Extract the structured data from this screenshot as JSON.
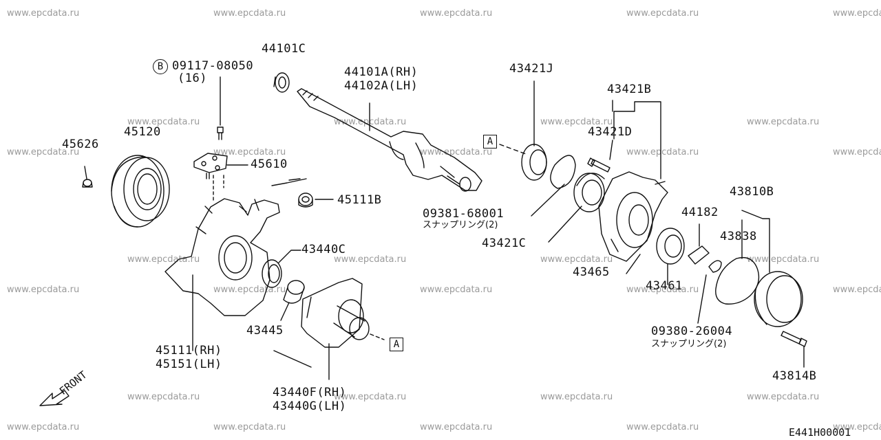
{
  "watermarks": [
    {
      "text": "www.epcdata.ru"
    },
    {
      "text": "www.epcdata.ru"
    },
    {
      "text": "www.epcdata.ru"
    },
    {
      "text": "www.epcdata.ru"
    },
    {
      "text": "www.epcdata.ru"
    },
    {
      "text": "www.epcdata.ru"
    },
    {
      "text": "www.epcdata.ru"
    },
    {
      "text": "www.epcdata.ru"
    },
    {
      "text": "www.epcdata.ru"
    },
    {
      "text": "www.epcdata.ru"
    },
    {
      "text": "www.epcdata.ru"
    },
    {
      "text": "www.epcdata.ru"
    },
    {
      "text": "www.epcdata.ru"
    },
    {
      "text": "www.epcdata.ru"
    },
    {
      "text": "www.epcdata.ru"
    },
    {
      "text": "www.epcdata.ru"
    },
    {
      "text": "www.epcdata.ru"
    },
    {
      "text": "www.epcdata.ru"
    },
    {
      "text": "www.epcdata.ru"
    },
    {
      "text": "www.epcdata.ru"
    },
    {
      "text": "www.epcdata.ru"
    },
    {
      "text": "www.epcdata.ru"
    },
    {
      "text": "www.epcdata.ru"
    },
    {
      "text": "www.epcdata.ru"
    },
    {
      "text": "www.epcdata.ru"
    },
    {
      "text": "www.epcdata.ru"
    },
    {
      "text": "www.epcdata.ru"
    },
    {
      "text": "www.epcdata.ru"
    },
    {
      "text": "www.epcdata.ru"
    },
    {
      "text": "www.epcdata.ru"
    },
    {
      "text": "www.epcdata.ru"
    },
    {
      "text": "www.epcdata.ru"
    }
  ],
  "labels": {
    "p44101c": "44101C",
    "b_mark": "B",
    "p09117": "09117-08050",
    "p09117_qty": "(16)",
    "p44101a": "44101A(RH)",
    "p44102a": "44102A(LH)",
    "p43421j": "43421J",
    "p43421b": "43421B",
    "p43421d": "43421D",
    "p45626": "45626",
    "p45120": "45120",
    "p45610": "45610",
    "p45111b": "45111B",
    "a_mark_left": "A",
    "p09381": "09381-68001",
    "p09381_sub": "スナップリング(2)",
    "p43421c": "43421C",
    "p44182": "44182",
    "p43810b": "43810B",
    "p43838": "43838",
    "p43440c": "43440C",
    "p43465": "43465",
    "p43461": "43461",
    "p43445": "43445",
    "a_mark_right": "A",
    "p09380": "09380-26004",
    "p09380_sub": "スナップリング(2)",
    "p45111": "45111(RH)",
    "p45151": "45151(LH)",
    "p43814b": "43814B",
    "p43440f": "43440F(RH)",
    "p43440g": "43440G(LH)",
    "front": "FRONT",
    "diagram_code": "E441H00001"
  }
}
